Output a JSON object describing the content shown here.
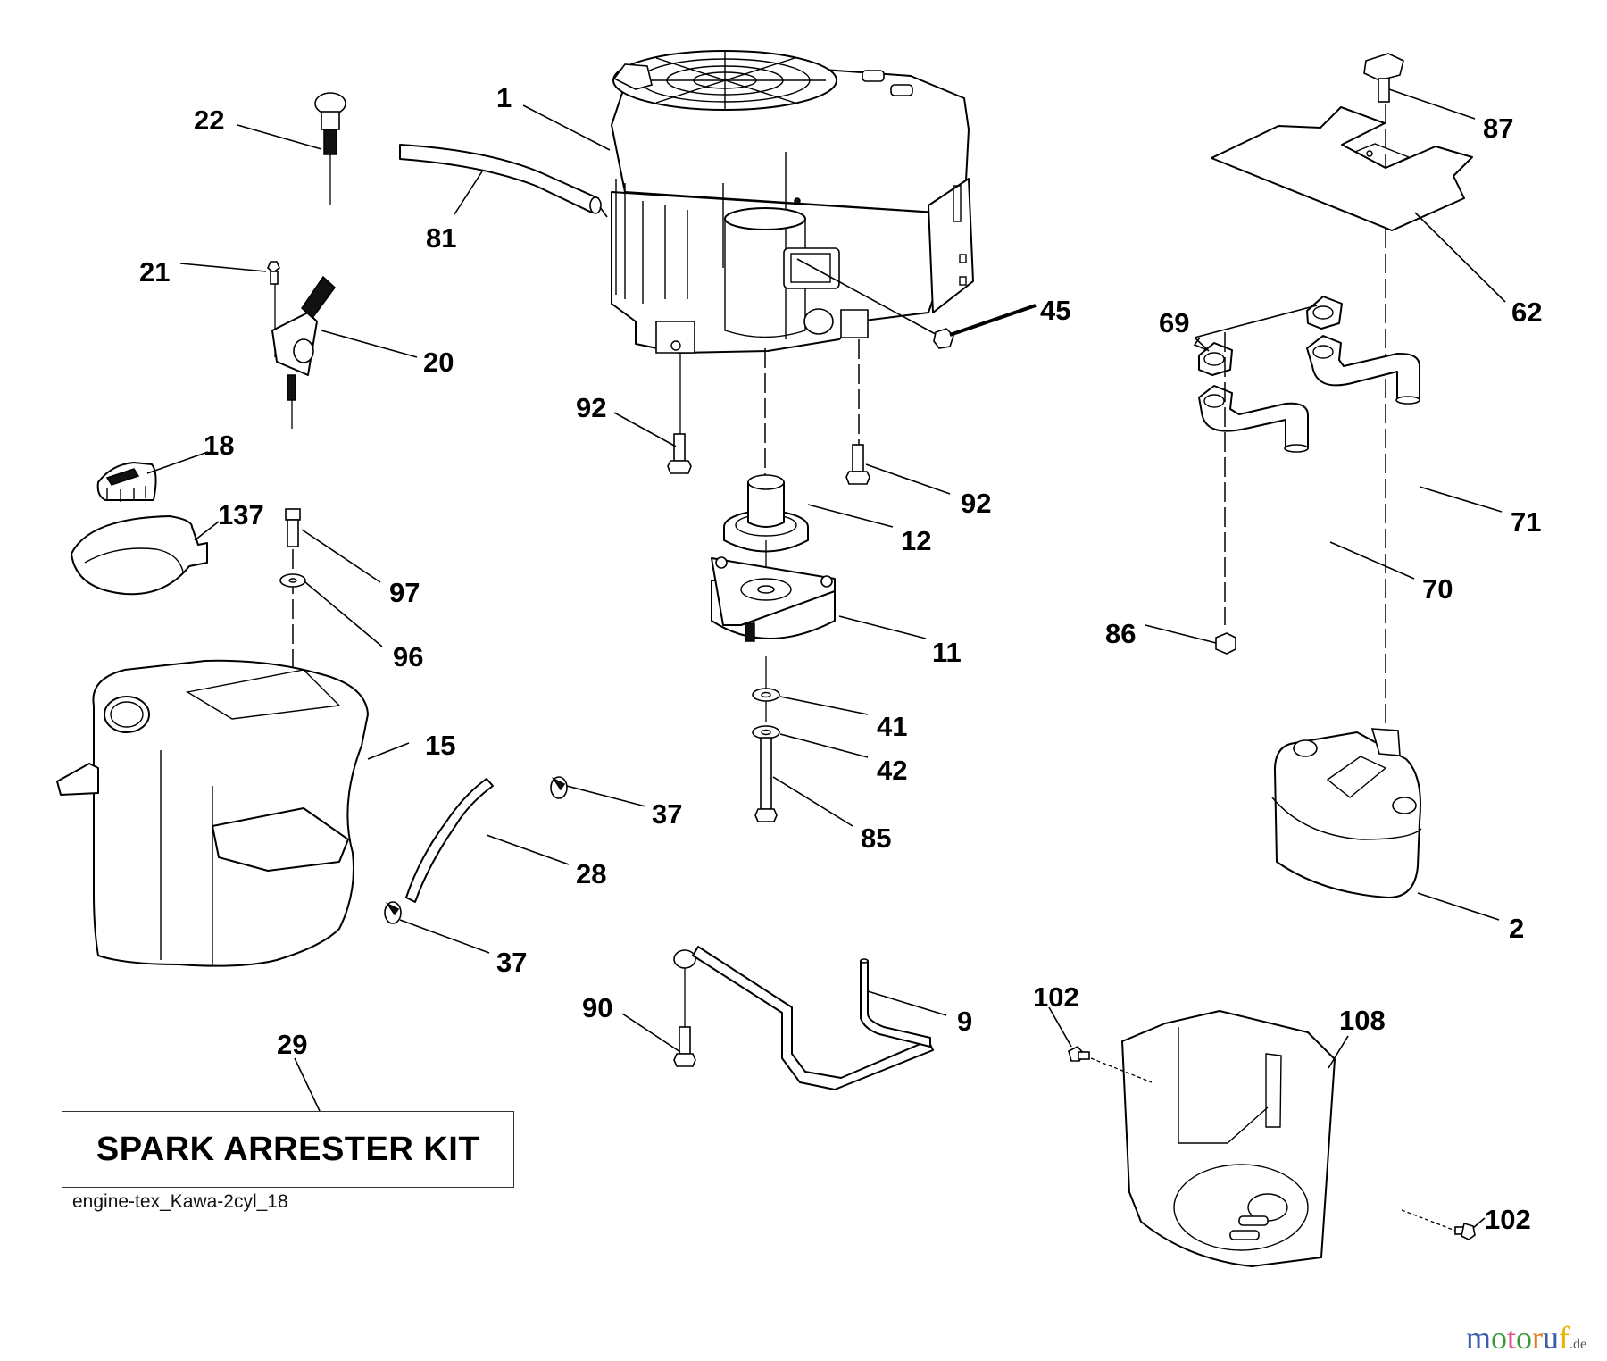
{
  "diagram": {
    "title": "Engine parts exploded view",
    "callouts": [
      {
        "id": "c1",
        "label": "1",
        "part": "engine"
      },
      {
        "id": "c2",
        "label": "2",
        "part": "muffler"
      },
      {
        "id": "c9",
        "label": "9",
        "part": "muffler-bracket-rod"
      },
      {
        "id": "c11",
        "label": "11",
        "part": "electric-clutch"
      },
      {
        "id": "c12",
        "label": "12",
        "part": "pulley"
      },
      {
        "id": "c15",
        "label": "15",
        "part": "fuel-tank"
      },
      {
        "id": "c18",
        "label": "18",
        "part": "fuel-cap"
      },
      {
        "id": "c20",
        "label": "20",
        "part": "throttle-control"
      },
      {
        "id": "c21",
        "label": "21",
        "part": "screw"
      },
      {
        "id": "c22",
        "label": "22",
        "part": "choke-knob"
      },
      {
        "id": "c28",
        "label": "28",
        "part": "fuel-hose"
      },
      {
        "id": "c29",
        "label": "29",
        "part": "spark-arrester-kit"
      },
      {
        "id": "c37a",
        "label": "37",
        "part": "hose-clamp"
      },
      {
        "id": "c37b",
        "label": "37",
        "part": "hose-clamp"
      },
      {
        "id": "c41",
        "label": "41",
        "part": "washer"
      },
      {
        "id": "c42",
        "label": "42",
        "part": "lock-washer"
      },
      {
        "id": "c45",
        "label": "45",
        "part": "oil-drain-plug"
      },
      {
        "id": "c62",
        "label": "62",
        "part": "heat-shield"
      },
      {
        "id": "c69",
        "label": "69",
        "part": "exhaust-gasket"
      },
      {
        "id": "c70",
        "label": "70",
        "part": "exhaust-pipe-left"
      },
      {
        "id": "c71",
        "label": "71",
        "part": "exhaust-pipe-right"
      },
      {
        "id": "c81",
        "label": "81",
        "part": "oil-drain-hose"
      },
      {
        "id": "c85",
        "label": "85",
        "part": "clutch-bolt"
      },
      {
        "id": "c86",
        "label": "86",
        "part": "nut"
      },
      {
        "id": "c87",
        "label": "87",
        "part": "screw"
      },
      {
        "id": "c90",
        "label": "90",
        "part": "bolt"
      },
      {
        "id": "c92a",
        "label": "92",
        "part": "engine-bolt"
      },
      {
        "id": "c92b",
        "label": "92",
        "part": "engine-bolt"
      },
      {
        "id": "c96",
        "label": "96",
        "part": "washer"
      },
      {
        "id": "c97",
        "label": "97",
        "part": "screw"
      },
      {
        "id": "c102a",
        "label": "102",
        "part": "screw"
      },
      {
        "id": "c102b",
        "label": "102",
        "part": "screw"
      },
      {
        "id": "c108",
        "label": "108",
        "part": "muffler-guard"
      },
      {
        "id": "c137",
        "label": "137",
        "part": "fuel-tank-funnel"
      }
    ],
    "kit_box_label": "SPARK ARRESTER KIT",
    "drawing_reference": "engine-tex_Kawa-2cyl_18"
  },
  "watermark": {
    "letters": [
      {
        "ch": "m",
        "color": "#3b5bab"
      },
      {
        "ch": "o",
        "color": "#3a9a3a"
      },
      {
        "ch": "t",
        "color": "#e0508a"
      },
      {
        "ch": "o",
        "color": "#3a9a3a"
      },
      {
        "ch": "r",
        "color": "#e07a1a"
      },
      {
        "ch": "u",
        "color": "#3b5bab"
      },
      {
        "ch": "f",
        "color": "#e8b400"
      }
    ],
    "tld": ".de"
  }
}
